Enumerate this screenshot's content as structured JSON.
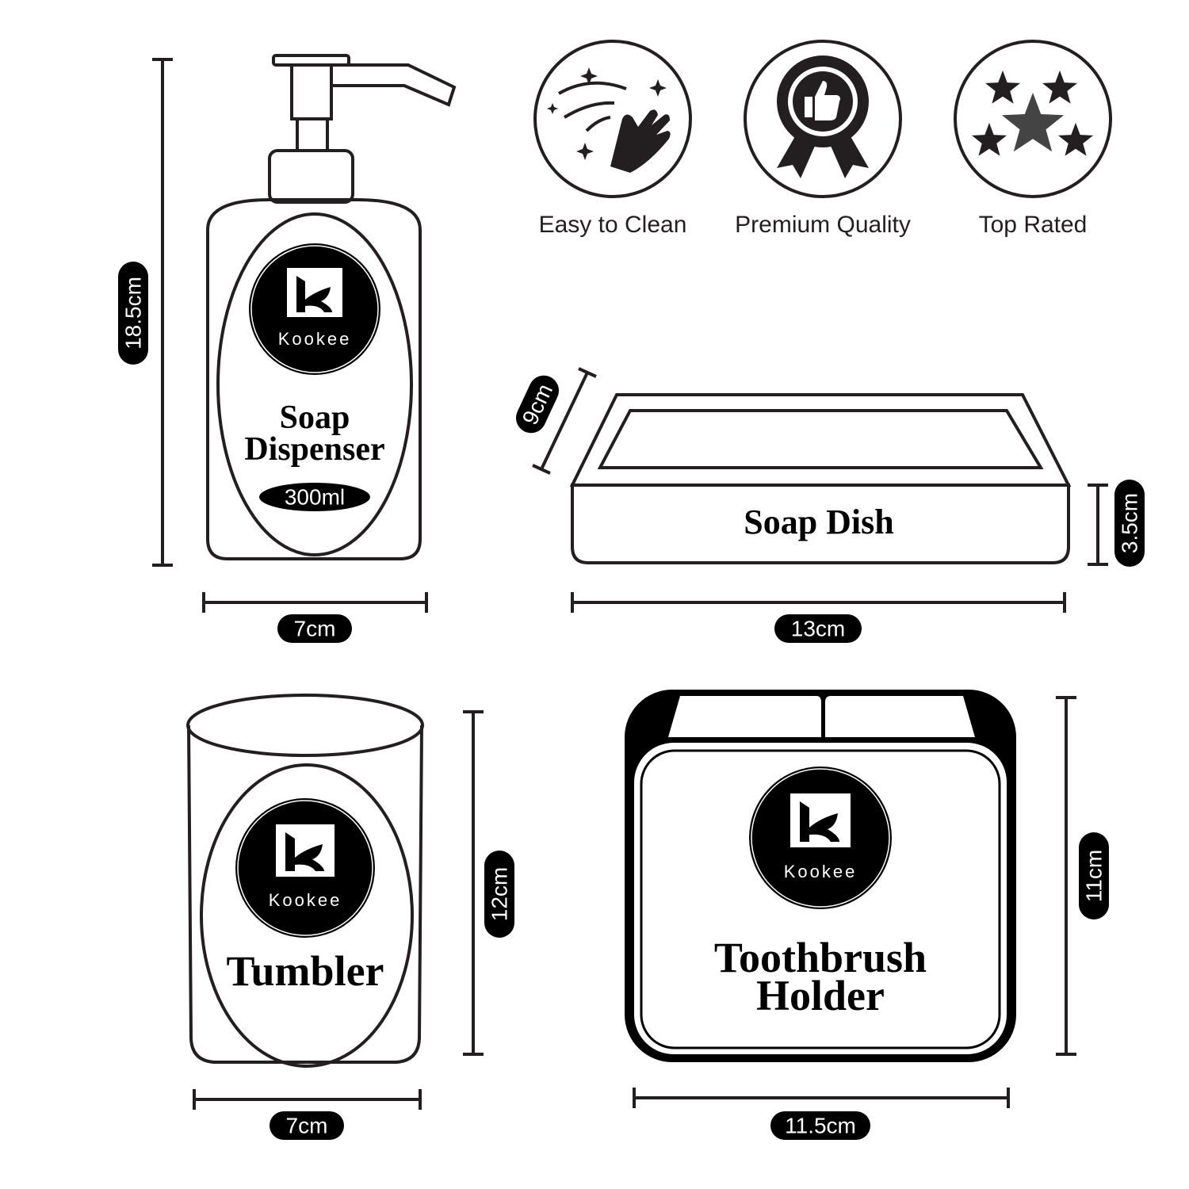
{
  "brand": {
    "name": "Kookee"
  },
  "colors": {
    "ink": "#231f20",
    "background": "#ffffff"
  },
  "features": [
    {
      "label": "Easy to Clean",
      "icon": "hand-wipe-sparkle-icon"
    },
    {
      "label": "Premium Quality",
      "icon": "award-ribbon-thumbs-up-icon"
    },
    {
      "label": "Top Rated",
      "icon": "stars-icon"
    }
  ],
  "products": {
    "soap_dispenser": {
      "title_line1": "Soap",
      "title_line2": "Dispenser",
      "capacity": "300ml",
      "height": "18.5cm",
      "width": "7cm"
    },
    "soap_dish": {
      "title": "Soap Dish",
      "depth": "9cm",
      "height": "3.5cm",
      "width": "13cm"
    },
    "tumbler": {
      "title": "Tumbler",
      "height": "12cm",
      "width": "7cm"
    },
    "toothbrush_holder": {
      "title_line1": "Toothbrush",
      "title_line2": "Holder",
      "height": "11cm",
      "width": "11.5cm"
    }
  }
}
